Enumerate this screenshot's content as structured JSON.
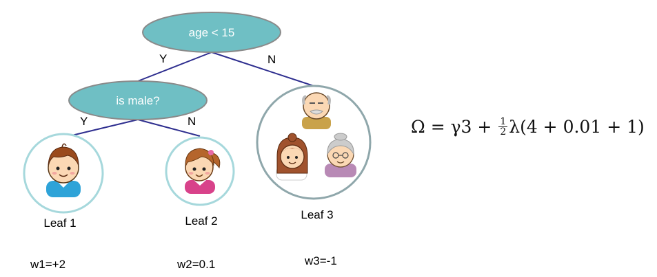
{
  "tree": {
    "root": {
      "label": "age < 15"
    },
    "split": {
      "label": "is male?"
    },
    "edges": {
      "root_yes": "Y",
      "root_no": "N",
      "split_yes": "Y",
      "split_no": "N"
    },
    "leaves": [
      {
        "label": "Leaf 1",
        "weight": "w1=+2",
        "icon": "boy-icon"
      },
      {
        "label": "Leaf 2",
        "weight": "w2=0.1",
        "icon": "girl-icon"
      },
      {
        "label": "Leaf 3",
        "weight": "w3=-1",
        "icon": "elderly-family-icon"
      }
    ]
  },
  "formula": {
    "lhs": "Ω",
    "eq": "=",
    "gamma_term": "γ3",
    "plus": "+",
    "frac_num": "1",
    "frac_den": "2",
    "lambda_term": "λ(4 + 0.01 + 1)"
  },
  "colors": {
    "node_fill": "#6fbfc4",
    "node_stroke": "#8a8a8a",
    "edge": "#2e2e8f",
    "leaf_ring": "#a6d8dc",
    "leaf3_ring": "#8fa7ab"
  }
}
